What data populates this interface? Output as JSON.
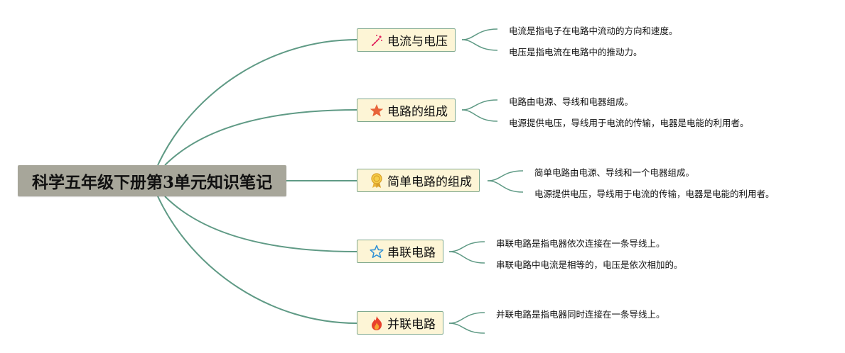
{
  "root": {
    "title": "科学五年级下册第3单元知识笔记"
  },
  "branches": [
    {
      "title": "电流与电压",
      "icon": "magic-wand-icon",
      "notes": [
        "电流是指电子在电路中流动的方向和速度。",
        "电压是指电流在电路中的推动力。"
      ]
    },
    {
      "title": "电路的组成",
      "icon": "star-filled-icon",
      "notes": [
        "电路由电源、导线和电器组成。",
        "电源提供电压，导线用于电流的传输，电器是电能的利用者。"
      ]
    },
    {
      "title": "简单电路的组成",
      "icon": "award-ribbon-icon",
      "notes": [
        "简单电路由电源、导线和一个电器组成。",
        "电源提供电压，导线用于电流的传输，电器是电能的利用者。"
      ]
    },
    {
      "title": "串联电路",
      "icon": "star-outline-icon",
      "notes": [
        "串联电路是指电器依次连接在一条导线上。",
        "串联电路中电流是相等的，电压是依次相加的。"
      ]
    },
    {
      "title": "并联电路",
      "icon": "fire-icon",
      "notes": [
        "并联电路是指电器同时连接在一条导线上。",
        ""
      ]
    }
  ],
  "colors": {
    "edge": "#5f9a85",
    "root_bg": "#a7a69a",
    "branch_bg": "#fdf5d6",
    "branch_border": "#7fa88e"
  }
}
